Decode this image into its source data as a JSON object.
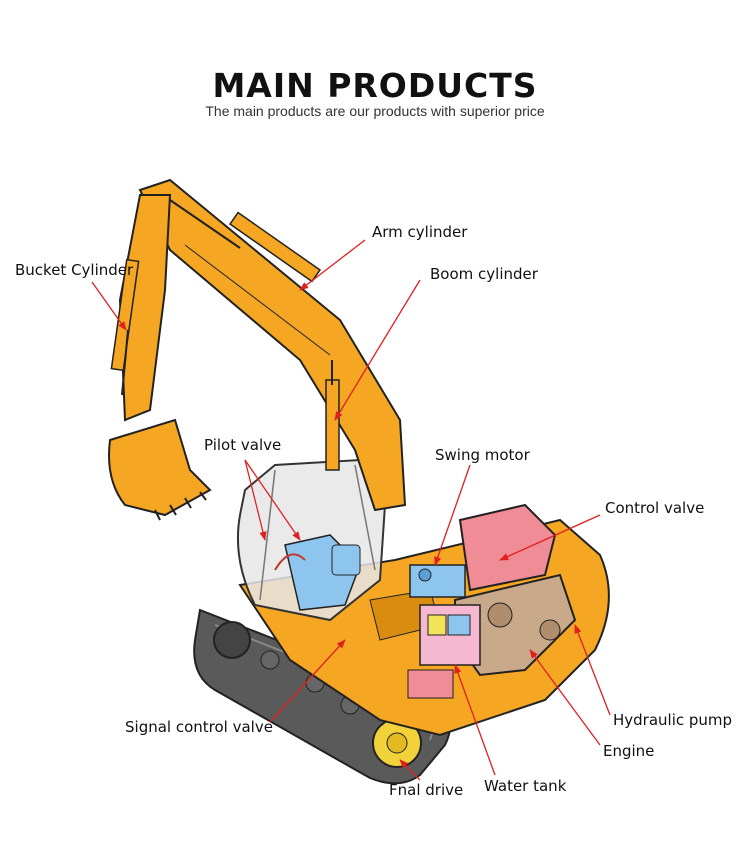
{
  "header": {
    "title": "MAIN PRODUCTS",
    "subtitle": "The main products are our products with superior price"
  },
  "labels": {
    "bucket_cylinder": "Bucket Cylinder",
    "arm_cylinder": "Arm cylinder",
    "boom_cylinder": "Boom cylinder",
    "pilot_valve": "Pilot valve",
    "swing_motor": "Swing motor",
    "control_valve": "Control valve",
    "hydraulic_pump": "Hydraulic pump",
    "engine": "Engine",
    "water_tank": "Water tank",
    "final_drive": "Fnal drive",
    "signal_control_valve": "Signal control valve"
  },
  "colors": {
    "body": "#f5a623",
    "track": "#555555",
    "cab": "#e6e6e6",
    "hydraulic_blue": "#8ec5ef",
    "pink": "#f08c96",
    "engine_tan": "#c8a98a",
    "leader": "#e02020"
  }
}
